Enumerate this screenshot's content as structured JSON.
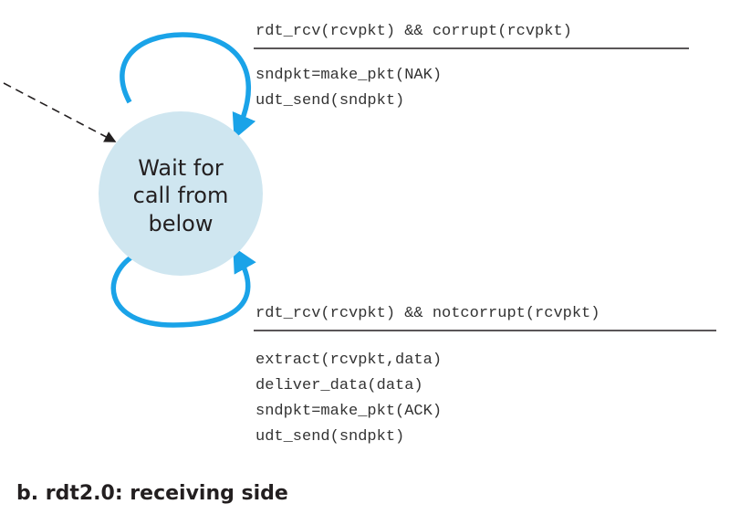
{
  "state": {
    "lines": [
      "Wait for",
      "call from",
      "below"
    ],
    "fill_color": "#cfe6f0"
  },
  "transitions": {
    "corrupt": {
      "event": "rdt_rcv(rcvpkt) && corrupt(rcvpkt)",
      "actions": [
        "sndpkt=make_pkt(NAK)",
        "udt_send(sndpkt)"
      ]
    },
    "notcorrupt": {
      "event": "rdt_rcv(rcvpkt) && notcorrupt(rcvpkt)",
      "actions": [
        "extract(rcvpkt,data)",
        "deliver_data(data)",
        "sndpkt=make_pkt(ACK)",
        "udt_send(sndpkt)"
      ]
    }
  },
  "loop_color": "#1aa3e8",
  "caption": "b.  rdt2.0: receiving side"
}
